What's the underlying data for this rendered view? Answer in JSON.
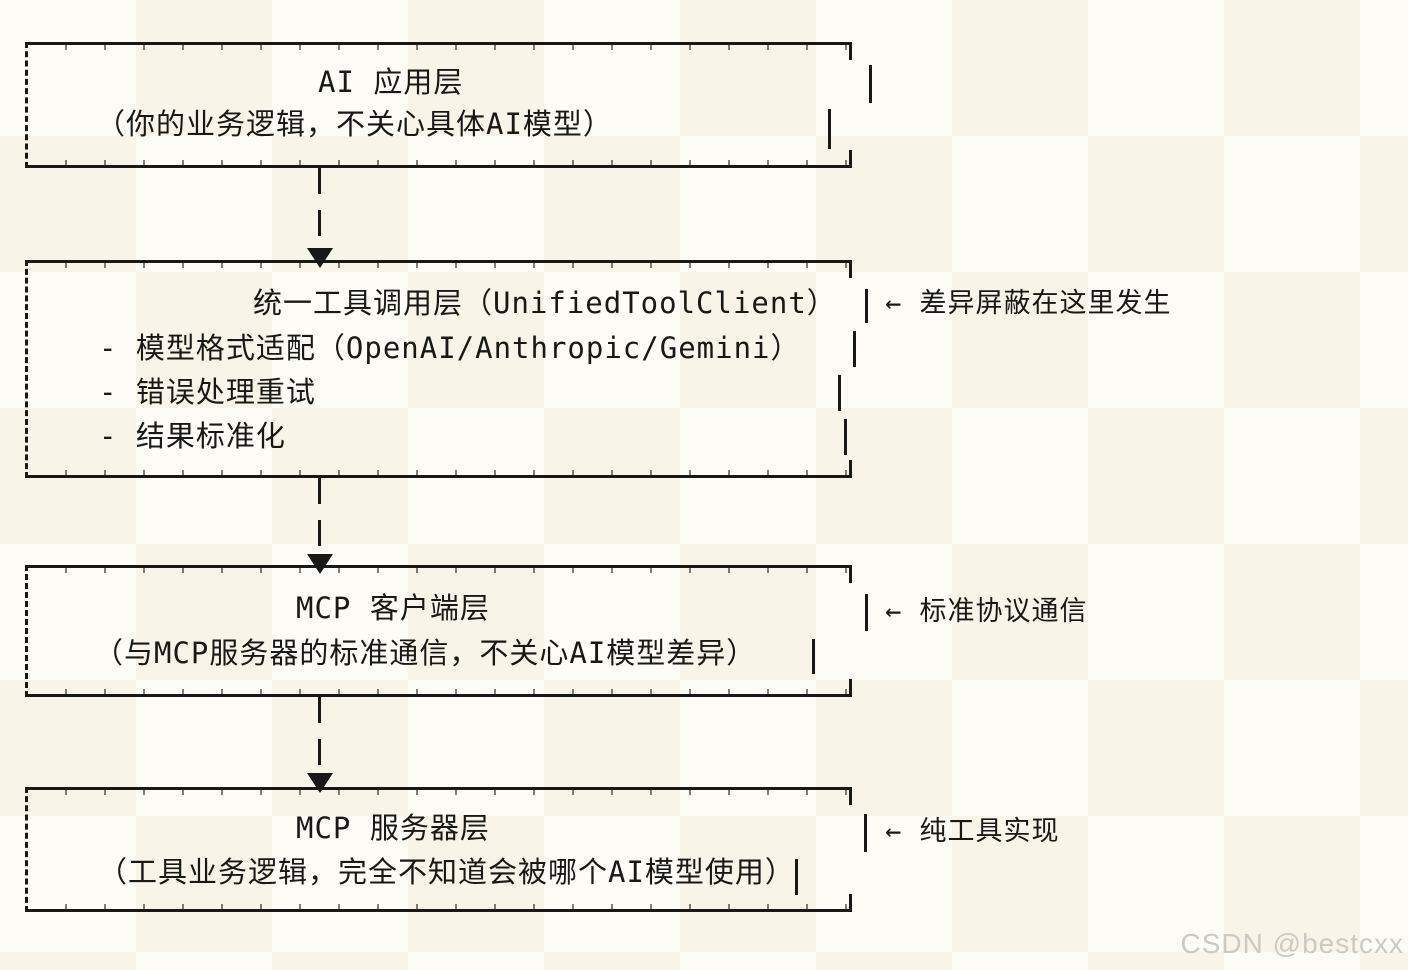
{
  "diagram": {
    "boxes": [
      {
        "id": "ai-application-layer",
        "title": "AI 应用层",
        "lines": [
          "（你的业务逻辑，不关心具体AI模型）"
        ],
        "annotation": ""
      },
      {
        "id": "unified-tool-client-layer",
        "title": "统一工具调用层（UnifiedToolClient）",
        "lines": [
          "- 模型格式适配（OpenAI/Anthropic/Gemini）",
          "- 错误处理重试",
          "- 结果标准化"
        ],
        "annotation": "← 差异屏蔽在这里发生"
      },
      {
        "id": "mcp-client-layer",
        "title": "MCP 客户端层",
        "lines": [
          "（与MCP服务器的标准通信，不关心AI模型差异）"
        ],
        "annotation": "← 标准协议通信"
      },
      {
        "id": "mcp-server-layer",
        "title": "MCP 服务器层",
        "lines": [
          "（工具业务逻辑，完全不知道会被哪个AI模型使用）"
        ],
        "annotation": "← 纯工具实现"
      }
    ]
  },
  "colors": {
    "ink": "#181818",
    "background": "#fdfcf6",
    "watermark_text": "#cbcac5"
  },
  "watermark": "CSDN @bestcxx"
}
